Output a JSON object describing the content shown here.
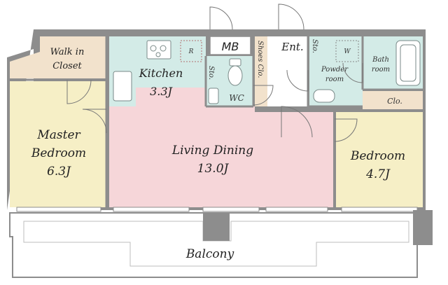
{
  "rooms": {
    "walk_in_closet": [
      "Walk in",
      "Closet"
    ],
    "master_bedroom": [
      "Master",
      "Bedroom",
      "6.3J"
    ],
    "kitchen": [
      "Kitchen",
      "3.3J"
    ],
    "living_dining": [
      "Living Dining",
      "13.0J"
    ],
    "bedroom": [
      "Bedroom",
      "4.7J"
    ],
    "balcony": "Balcony",
    "wc": "WC",
    "mb": "MB",
    "entrance": "Ent.",
    "shoes_closet": "Shoes Clo.",
    "storage_kitchen": "Sto.",
    "storage_entry": "Sto.",
    "powder_room": [
      "Powder",
      "room"
    ],
    "bath_room": [
      "Bath",
      "room"
    ],
    "closet": "Clo.",
    "refrigerator": "R",
    "washer": "W"
  },
  "colors": {
    "wall": "#8d8d8d",
    "closet_tan": "#f2e2cc",
    "bedroom_yellow": "#f6efc6",
    "living_pink": "#f6d6d9",
    "wet_area_blue": "#d3ebe7",
    "balcony_white": "#ffffff"
  }
}
